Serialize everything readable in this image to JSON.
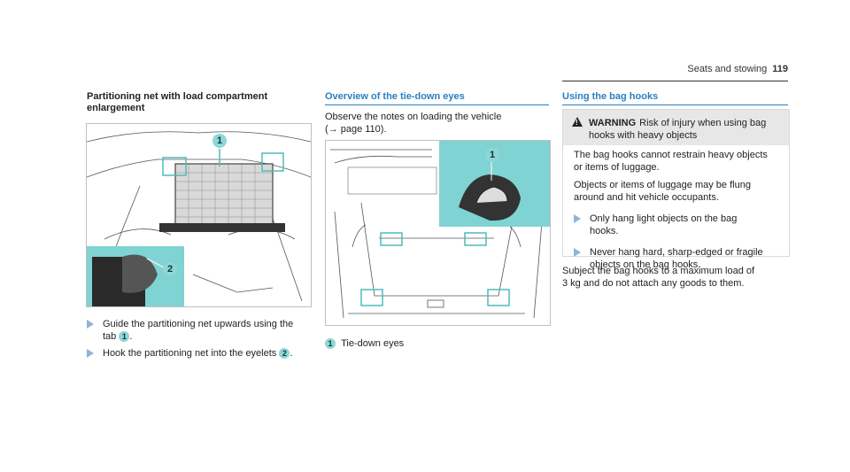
{
  "header": {
    "section": "Seats and stowing",
    "page": "119"
  },
  "col1": {
    "title_line1": "Partitioning net with load compartment",
    "title_line2": "enlargement",
    "steps": [
      {
        "pre": "Guide the partitioning net upwards using the",
        "line2": "tab",
        "callout": "1",
        "post": "."
      },
      {
        "pre": "Hook the partitioning net into the eyelets",
        "callout": "2",
        "post": "."
      }
    ],
    "figure_callouts": [
      "1",
      "2"
    ]
  },
  "col2": {
    "title": "Overview of the tie-down eyes",
    "intro_line1": "Observe the notes on loading the vehicle",
    "intro_line2": "(→ page 110).",
    "figure_callout": "1",
    "legend_num": "1",
    "legend_text": "Tie-down eyes"
  },
  "col3": {
    "title": "Using the bag hooks",
    "warning_label": "WARNING",
    "warning_title_a": "Risk of injury when using bag",
    "warning_title_b": "hooks with heavy objects",
    "para1_a": "The bag hooks cannot restrain heavy objects",
    "para1_b": "or items of luggage.",
    "para2_a": "Objects or items of luggage may be flung",
    "para2_b": "around and hit vehicle occupants.",
    "step1_a": "Only hang light objects on the bag",
    "step1_b": "hooks.",
    "step2_a": "Never hang hard, sharp-edged or fragile",
    "step2_b": "objects on the bag hooks.",
    "foot_a": "Subject the bag hooks to a maximum load of",
    "foot_b": "3 kg and do not attach any goods to them."
  },
  "colors": {
    "accent": "#2a7fc0",
    "callout": "#8fd6d6",
    "bullet": "#8fb4d9",
    "inset": "#7fd3d3"
  }
}
